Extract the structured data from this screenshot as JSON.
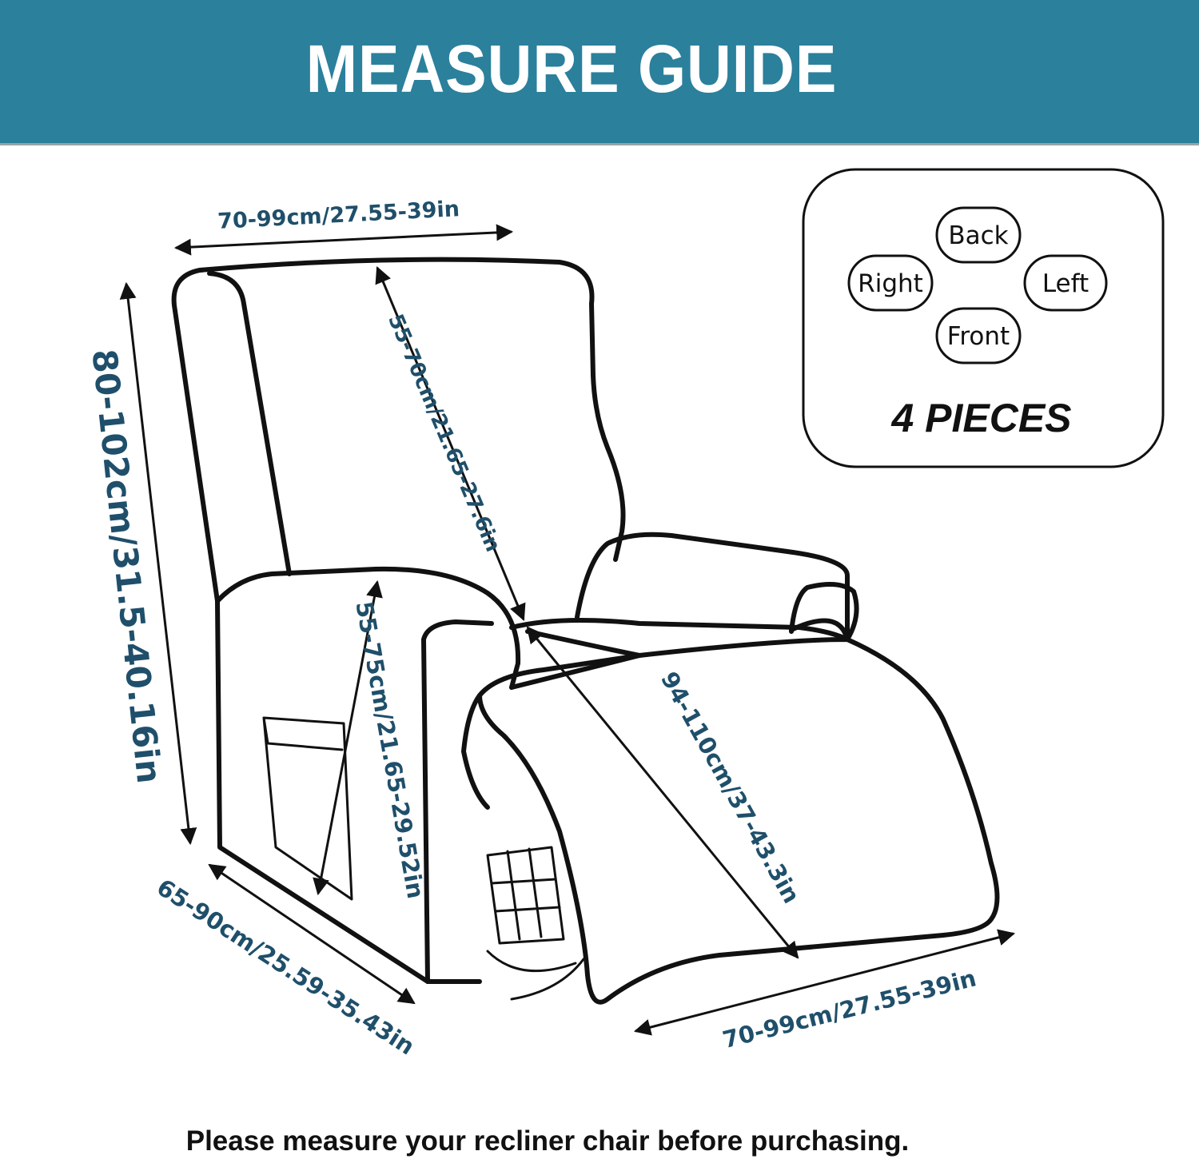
{
  "header": {
    "title": "MEASURE GUIDE",
    "bg_color": "#2b809c"
  },
  "dimensions": {
    "back_width": "70-99cm/27.55-39in",
    "back_length": "55-70cm/21.65-27.6in",
    "height": "80-102cm/31.5-40.16in",
    "arm_height": "55-75cm/21.65-29.52in",
    "depth": "65-90cm/25.59-35.43in",
    "seat_length": "94-110cm/37-43.3in",
    "front_width": "70-99cm/27.55-39in"
  },
  "pieces_box": {
    "labels": {
      "back": "Back",
      "right": "Right",
      "left": "Left",
      "front": "Front"
    },
    "count_text": "4 PIECES"
  },
  "footer": {
    "note": "Please measure your recliner chair before purchasing."
  },
  "colors": {
    "dimension_text": "#1f4f6a",
    "outline": "#111111"
  }
}
